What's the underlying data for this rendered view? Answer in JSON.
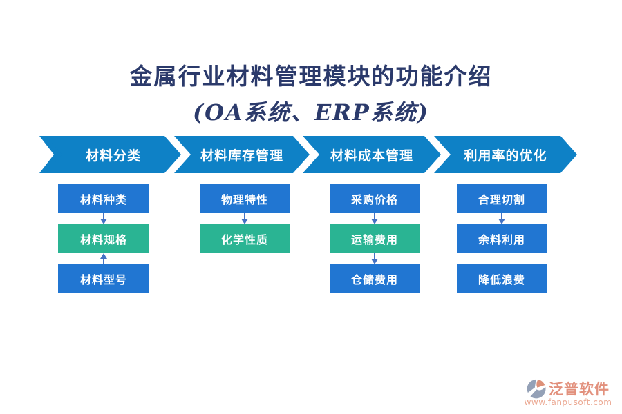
{
  "title": {
    "line1": "金属行业材料管理模块的功能介绍",
    "line2": "(OA系统、ERP系统)"
  },
  "colors": {
    "title_text": "#2b3a6b",
    "stage_banner": "#0e81c6",
    "box_blue": "#2176d2",
    "box_green": "#2ab493",
    "connector_arrow": "#4472c4",
    "logo_salmon": "#e2907c",
    "logo_gray": "#94a1b7"
  },
  "columns": [
    {
      "header": "材料分类",
      "items": [
        {
          "label": "材料种类",
          "color": "blue"
        },
        {
          "label": "材料规格",
          "color": "green"
        },
        {
          "label": "材料型号",
          "color": "blue"
        }
      ],
      "connectors": [
        "down",
        "up"
      ]
    },
    {
      "header": "材料库存管理",
      "items": [
        {
          "label": "物理特性",
          "color": "blue"
        },
        {
          "label": "化学性质",
          "color": "green"
        }
      ],
      "connectors": [
        "down"
      ]
    },
    {
      "header": "材料成本管理",
      "items": [
        {
          "label": "采购价格",
          "color": "blue"
        },
        {
          "label": "运输费用",
          "color": "green"
        },
        {
          "label": "仓储费用",
          "color": "blue"
        }
      ],
      "connectors": [
        "down",
        "down"
      ]
    },
    {
      "header": "利用率的优化",
      "items": [
        {
          "label": "合理切割",
          "color": "blue"
        },
        {
          "label": "余料利用",
          "color": "blue"
        },
        {
          "label": "降低浪费",
          "color": "blue"
        }
      ],
      "connectors": [
        "down",
        "none"
      ]
    }
  ],
  "logo": {
    "name": "泛普软件",
    "url": "www.fanpusoft.com"
  }
}
